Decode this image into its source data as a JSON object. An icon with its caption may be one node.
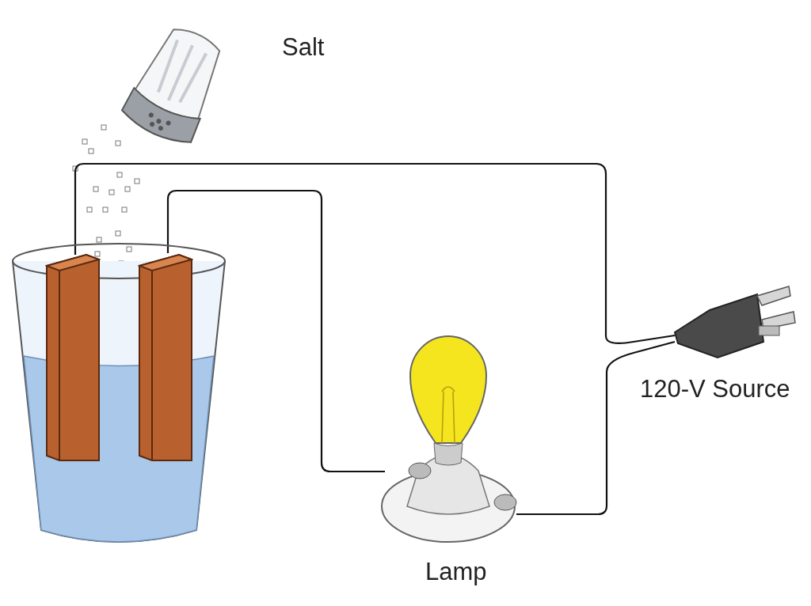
{
  "diagram": {
    "nodes": [
      {
        "text": [],
        "shape": "picture",
        "beside": [
          "Salt"
        ]
      },
      {
        "text": [],
        "shape": "picture"
      },
      {
        "text": [],
        "shape": "bar",
        "in": 1
      },
      {
        "text": [],
        "shape": "bar",
        "in": 1
      },
      {
        "text": [],
        "shape": "picture",
        "beside": [
          "Lamp"
        ]
      },
      {
        "text": [],
        "shape": "picture",
        "beside": [
          "120-V Source"
        ]
      }
    ],
    "edges": [
      {
        "from": 2,
        "to": 5,
        "arrow": "none"
      },
      {
        "from": 3,
        "to": 4,
        "arrow": "none"
      },
      {
        "from": 4,
        "to": 5,
        "arrow": "none"
      }
    ]
  }
}
